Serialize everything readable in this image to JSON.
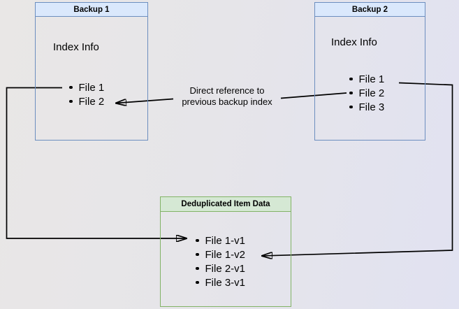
{
  "diagram": {
    "backup1": {
      "title": "Backup 1",
      "body_label": "Index Info",
      "files": [
        "File 1",
        "File 2"
      ]
    },
    "backup2": {
      "title": "Backup 2",
      "body_label": "Index Info",
      "files": [
        "File 1",
        "File 2",
        "File 3"
      ]
    },
    "dedup": {
      "title": "Deduplicated Item Data",
      "files": [
        "File 1-v1",
        "File 1-v2",
        "File 2-v1",
        "File 3-v1"
      ]
    },
    "annotation": {
      "line1": "Direct reference to",
      "line2": "previous backup index"
    },
    "colors": {
      "blue_header_fill": "#dae8fc",
      "blue_border": "#6c8ebf",
      "green_header_fill": "#d5e8d4",
      "green_border": "#82b366",
      "connector": "#000000",
      "background_left": "#e9e7e6",
      "background_right": "#e1e2f1"
    }
  }
}
